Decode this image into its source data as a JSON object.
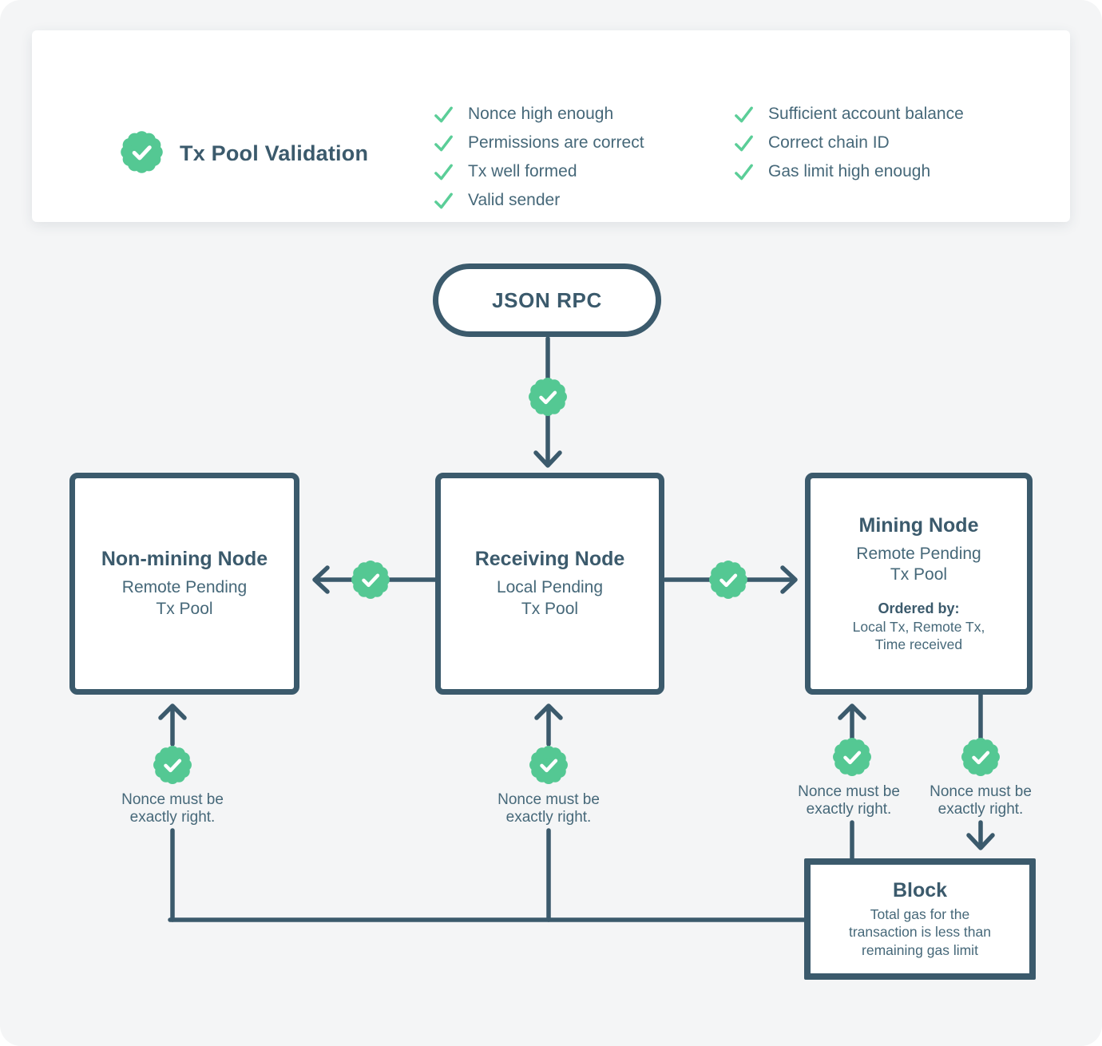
{
  "colors": {
    "accent_green": "#54c893",
    "check_green": "#5bce98",
    "ink_dark": "#3b5a6c",
    "ink_soft": "#466879",
    "background": "#f4f5f6",
    "card_background": "#ffffff"
  },
  "validation_card": {
    "title": "Tx Pool Validation",
    "badge_icon": "check-seal-icon",
    "checks_col1": [
      "Nonce high enough",
      "Permissions are correct",
      "Tx well formed",
      "Valid sender"
    ],
    "checks_col2": [
      "Sufficient account balance",
      "Correct chain ID",
      "Gas limit high enough"
    ]
  },
  "flow": {
    "entry_label": "JSON RPC",
    "non_mining_node": {
      "title": "Non-mining Node",
      "pool_line1": "Remote Pending",
      "pool_line2": "Tx Pool"
    },
    "receiving_node": {
      "title": "Receiving Node",
      "pool_line1": "Local Pending",
      "pool_line2": "Tx Pool"
    },
    "mining_node": {
      "title": "Mining Node",
      "pool_line1": "Remote Pending",
      "pool_line2": "Tx Pool",
      "ordered_by_label": "Ordered by:",
      "ordered_by_line1": "Local Tx, Remote Tx,",
      "ordered_by_line2": "Time received"
    },
    "block_node": {
      "title": "Block",
      "body_line1": "Total gas for the",
      "body_line2": "transaction is less than",
      "body_line3": "remaining gas limit"
    },
    "nonce_notes": [
      {
        "line1": "Nonce must be",
        "line2": "exactly right."
      },
      {
        "line1": "Nonce must be",
        "line2": "exactly right."
      },
      {
        "line1": "Nonce must be",
        "line2": "exactly right."
      },
      {
        "line1": "Nonce must be",
        "line2": "exactly right."
      }
    ]
  }
}
